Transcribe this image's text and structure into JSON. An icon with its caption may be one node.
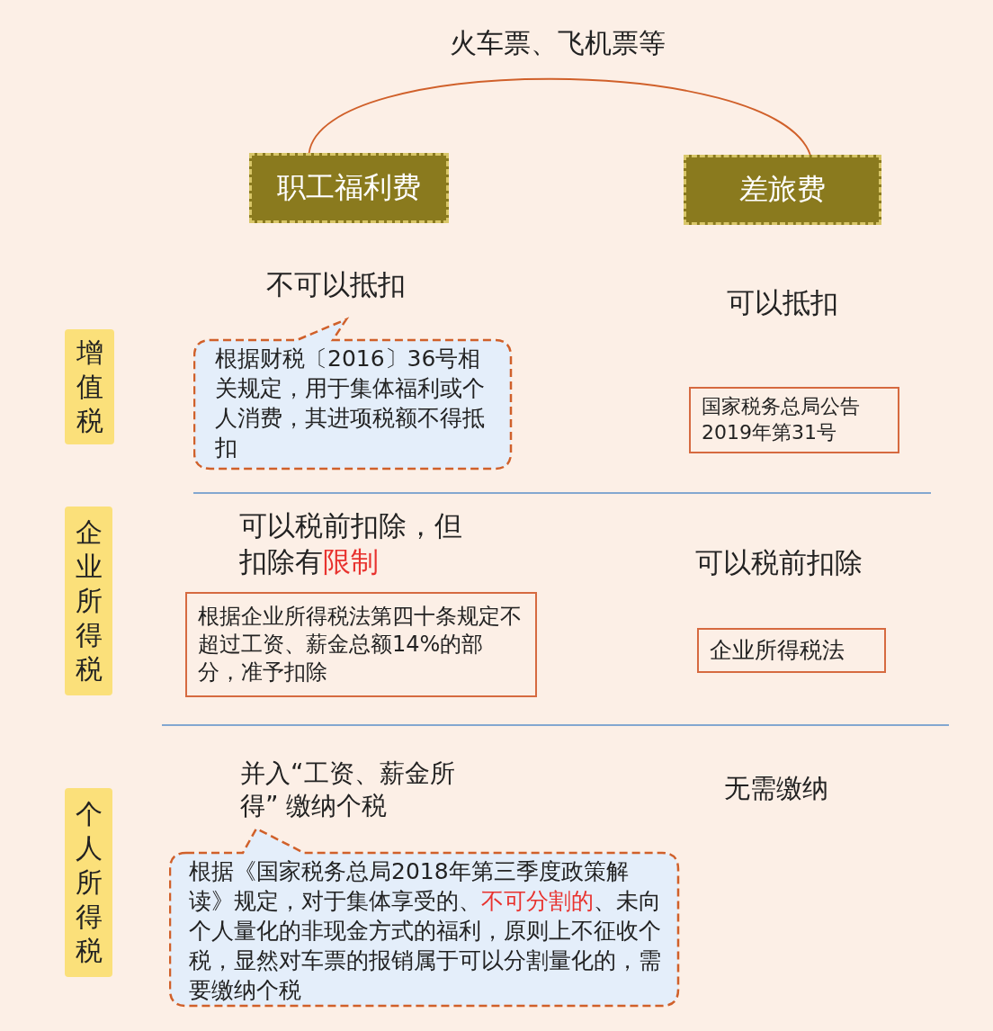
{
  "diagram": {
    "nodes": [
      {
        "text": [
          "职工福利费"
        ]
      },
      {
        "text": [
          "差旅费"
        ]
      },
      {
        "text": [
          "增值税"
        ]
      },
      {
        "text": [
          "企业所得税"
        ]
      },
      {
        "text": [
          "个人所得税"
        ]
      },
      {
        "text": [
          "根据财税〔2016〕36号相关规定，用于集体福利或个人消费，其进项税额不得抵扣"
        ]
      },
      {
        "text": [
          "国家税务总局公告2019年第31号"
        ]
      },
      {
        "text": [
          "根据企业所得税法第四十条规定不超过工资、薪金总额14%的部分，准予扣除"
        ]
      },
      {
        "text": [
          "企业所得税法"
        ]
      },
      {
        "text": [
          "根据《国家税务总局2018年第三季度政策解读》规定，对于集体享受的、**不可分割的**、未向个人量化的非现金方式的福利，原则上不征收个税，显然对车票的报销属于可以分割量化的，需要缴纳个税"
        ]
      }
    ],
    "edges": [
      {
        "from": 0,
        "to": 1,
        "arrow": "none",
        "label": "火车票、飞机票等"
      }
    ],
    "labels": [
      "不可以抵扣",
      "可以抵扣",
      "可以税前扣除，但扣除有**限制**",
      "可以税前扣除",
      "并入“工资、薪金所得” 缴纳个税",
      "无需缴纳"
    ]
  }
}
